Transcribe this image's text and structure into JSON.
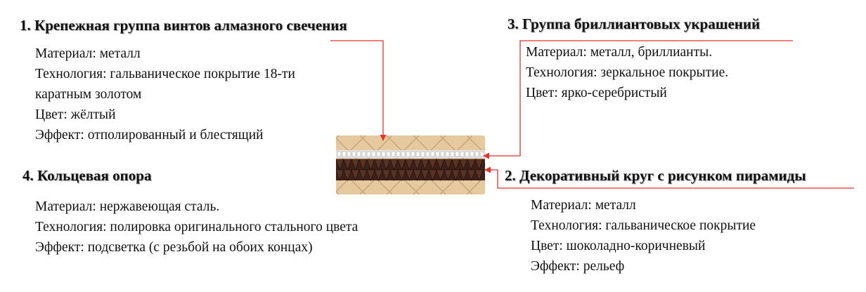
{
  "callout_color": "#e8312a",
  "sections": [
    {
      "id": "fastening-screws",
      "title": "1. Крепежная группа винтов алмазного свечения",
      "specs": [
        "Материал: металл",
        "Технология: гальваническое покрытие 18-ти",
        "каратным золотом",
        "Цвет: жёлтый",
        "Эффект: отполированный и блестящий"
      ]
    },
    {
      "id": "pyramid-circle",
      "title": "2. Декоративный круг с рисунком пирамиды",
      "specs": [
        "Материал: металл",
        "Технология: гальваническое покрытие",
        "Цвет: шоколадно-коричневый",
        "Эффект: рельеф"
      ]
    },
    {
      "id": "diamond-group",
      "title": "3. Группа бриллиантовых украшений",
      "specs": [
        "Материал: металл, бриллианты.",
        "Технология: зеркальное покрытие.",
        "Цвет: ярко-серебристый"
      ]
    },
    {
      "id": "ring-support",
      "title": "4. Кольцевая опора",
      "specs": [
        "Материал: нержавеющая сталь.",
        "Технология: полировка оригинального стального цвета",
        "Эффект: подсветка (с резьбой на обоих концах)"
      ]
    }
  ],
  "ring": {
    "gold_color": "#e7c9a0",
    "gold_shade_color": "#c9a677",
    "band_color": "#3b2118",
    "diamond_color": "#e6e6e6"
  }
}
